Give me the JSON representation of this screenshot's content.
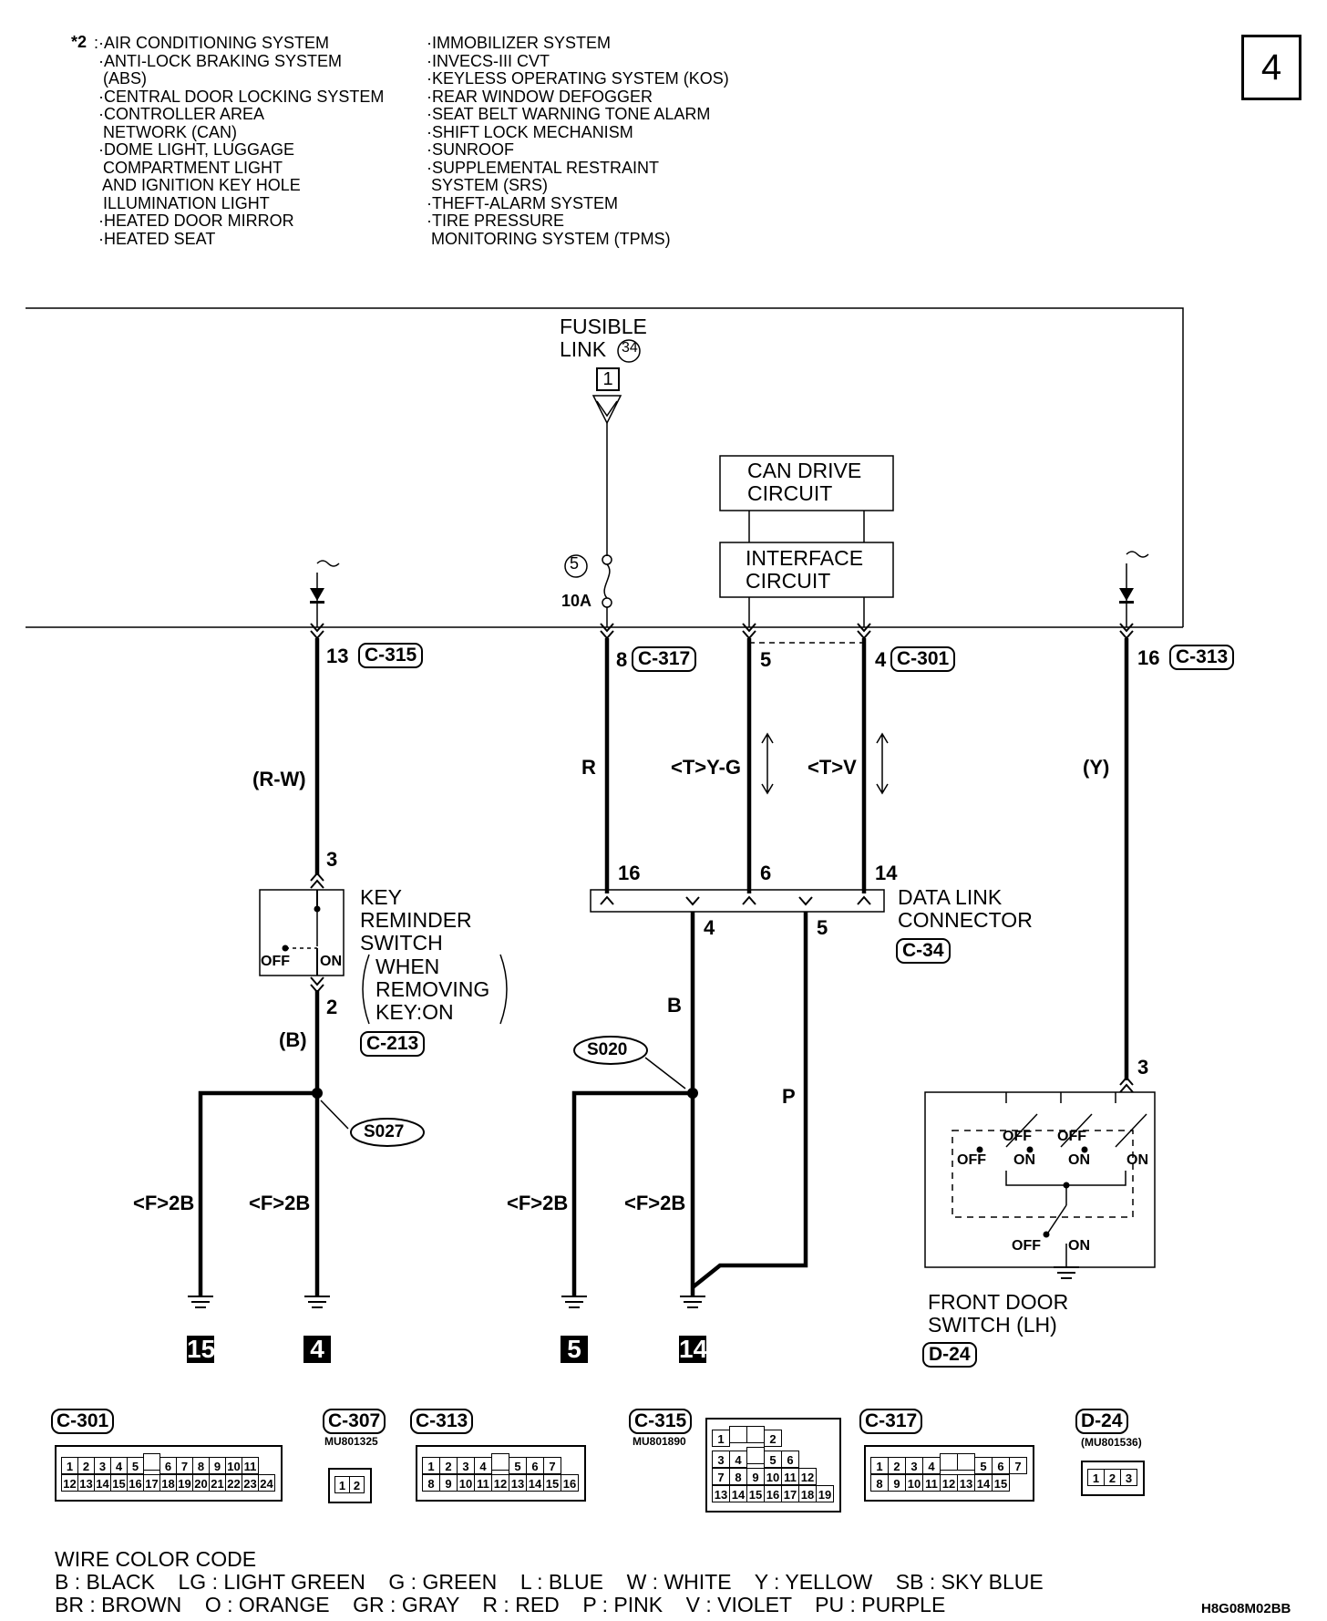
{
  "notes": {
    "marker": "*2",
    "left": ":·AIR CONDITIONING SYSTEM\n ·ANTI-LOCK BRAKING SYSTEM\n  (ABS)\n ·CENTRAL DOOR LOCKING SYSTEM\n ·CONTROLLER AREA\n  NETWORK (CAN)\n ·DOME LIGHT, LUGGAGE\n  COMPARTMENT LIGHT\n  AND IGNITION KEY HOLE\n  ILLUMINATION LIGHT\n ·HEATED DOOR MIRROR\n ·HEATED SEAT",
    "right": "·IMMOBILIZER SYSTEM\n·INVECS-III CVT\n·KEYLESS OPERATING SYSTEM (KOS)\n·REAR WINDOW DEFOGGER\n·SEAT BELT WARNING TONE ALARM\n·SHIFT LOCK MECHANISM\n·SUNROOF\n·SUPPLEMENTAL RESTRAINT\n SYSTEM (SRS)\n·THEFT-ALARM SYSTEM\n·TIRE PRESSURE\n MONITORING SYSTEM (TPMS)"
  },
  "page_number": "4",
  "fusible_link": {
    "label": "FUSIBLE\nLINK",
    "number": "34",
    "terminal": "1"
  },
  "fuse": {
    "number": "5",
    "rating": "10A"
  },
  "blocks": {
    "can_drive": "CAN DRIVE\nCIRCUIT",
    "interface": "INTERFACE\nCIRCUIT"
  },
  "pins": {
    "p13": "13",
    "c315": "C-315",
    "p8": "8",
    "c317": "C-317",
    "p5": "5",
    "p4": "4",
    "c301": "C-301",
    "p16": "16",
    "c313": "C-313",
    "kr3": "3",
    "kr2": "2",
    "dl16": "16",
    "dl6": "6",
    "dl14": "14",
    "dl4": "4",
    "dl5": "5",
    "fd3": "3"
  },
  "wires": {
    "rw": "(R-W)",
    "r": "R",
    "yg": "<T>Y-G",
    "v": "<T>V",
    "y": "(Y)",
    "b1": "(B)",
    "b2": "B",
    "p": "P",
    "f1": "<F>2B",
    "f2": "<F>2B",
    "f3": "<F>2B",
    "f4": "<F>2B"
  },
  "key_switch": {
    "label": "KEY\nREMINDER\nSWITCH",
    "cond": "WHEN\nREMOVING\nKEY:ON",
    "off": "OFF",
    "on": "ON",
    "conn": "C-213"
  },
  "dlc": {
    "label": "DATA LINK\nCONNECTOR",
    "conn": "C-34"
  },
  "splices": {
    "s020": "S020",
    "s027": "S027"
  },
  "door_switch": {
    "label": "FRONT DOOR\nSWITCH (LH)",
    "conn": "D-24",
    "off": "OFF",
    "on": "ON"
  },
  "grounds": [
    "15",
    "4",
    "5",
    "14"
  ],
  "connectors": {
    "c301": {
      "title": "C-301",
      "top": [
        "1",
        "2",
        "3",
        "4",
        "5",
        "",
        "6",
        "7",
        "8",
        "9",
        "10",
        "11"
      ],
      "bottom": [
        "12",
        "13",
        "14",
        "15",
        "16",
        "17",
        "18",
        "19",
        "20",
        "21",
        "22",
        "23",
        "24"
      ]
    },
    "c307": {
      "title": "C-307",
      "part": "MU801325",
      "pins": [
        "1",
        "2"
      ]
    },
    "c313": {
      "title": "C-313",
      "top": [
        "1",
        "2",
        "3",
        "4",
        "",
        "5",
        "6",
        "7"
      ],
      "bottom": [
        "8",
        "9",
        "10",
        "11",
        "12",
        "13",
        "14",
        "15",
        "16"
      ]
    },
    "c315": {
      "title": "C-315",
      "part": "MU801890",
      "pins": [
        "1",
        "2",
        "3",
        "4",
        "5",
        "6",
        "7",
        "8",
        "9",
        "10",
        "11",
        "12",
        "13",
        "14",
        "15",
        "16",
        "17",
        "18",
        "19"
      ]
    },
    "c317": {
      "title": "C-317",
      "pins": [
        "1",
        "2",
        "3",
        "4",
        "5",
        "6",
        "7",
        "8",
        "9",
        "10",
        "11",
        "12",
        "13",
        "14",
        "15"
      ]
    },
    "d24": {
      "title": "D-24",
      "part": "(MU801536)",
      "pins": [
        "1",
        "2",
        "3"
      ]
    }
  },
  "wire_code": {
    "title": "WIRE COLOR CODE",
    "line1": "B : BLACK    LG : LIGHT GREEN    G : GREEN    L : BLUE    W : WHITE    Y : YELLOW    SB : SKY BLUE",
    "line2": "BR : BROWN    O : ORANGE    GR : GRAY    R : RED    P : PINK    V : VIOLET    PU : PURPLE"
  },
  "figure_id": "H8G08M02BB"
}
